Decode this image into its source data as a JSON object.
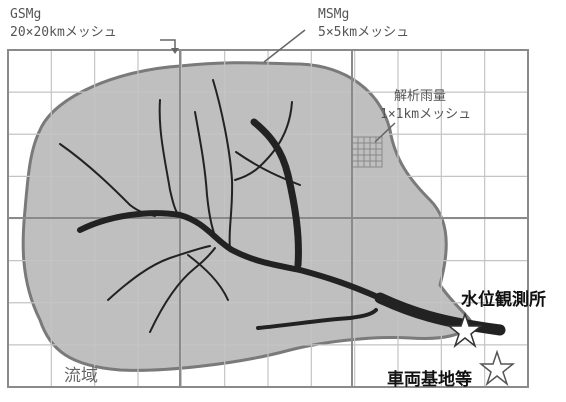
{
  "labels": {
    "gsm_name": "GSMg",
    "gsm_mesh": "20×20kmメッシュ",
    "msm_name": "MSMg",
    "msm_mesh": "5×5kmメッシュ",
    "analysis_title": "解析雨量",
    "analysis_mesh": "1×1kmメッシュ",
    "basin": "流域",
    "gauge_station": "水位観測所",
    "vehicle_base": "車両基地等"
  },
  "icons": {
    "gauge_marker": "white-star-icon",
    "base_marker": "outline-star-icon"
  },
  "colors": {
    "basin_fill": "#bfbfbf",
    "basin_outline": "#7a7a7a",
    "river": "#222222",
    "grid_coarse": "#8a8a8a",
    "grid_fine": "#c4c4c4",
    "fine_mesh": "#888888"
  }
}
